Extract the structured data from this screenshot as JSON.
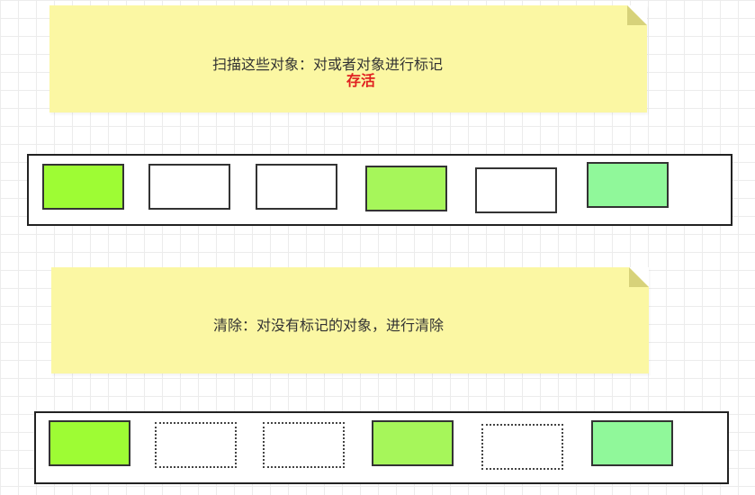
{
  "notes": {
    "mark": {
      "text": "扫描这些对象：对或者对象进行标记",
      "highlight": "存活",
      "highlight_color": "#e02020"
    },
    "sweep": {
      "text": "清除：对没有标记的对象，进行清除"
    }
  },
  "colors": {
    "note_background": "#fbf7a3",
    "live_bright": "#9efc34",
    "live_medium": "#a6f65a",
    "live_light": "#90f89a",
    "dead": "#ffffff"
  },
  "heaps": [
    {
      "name": "before-sweep",
      "objects": [
        {
          "state": "live",
          "color": "#9efc34"
        },
        {
          "state": "unmarked",
          "color": "#ffffff"
        },
        {
          "state": "unmarked",
          "color": "#ffffff"
        },
        {
          "state": "live",
          "color": "#a6f65a"
        },
        {
          "state": "unmarked",
          "color": "#ffffff"
        },
        {
          "state": "live",
          "color": "#90f89a"
        }
      ]
    },
    {
      "name": "after-sweep",
      "objects": [
        {
          "state": "live",
          "color": "#9efc34"
        },
        {
          "state": "cleared",
          "color": "#ffffff"
        },
        {
          "state": "cleared",
          "color": "#ffffff"
        },
        {
          "state": "live",
          "color": "#a6f65a"
        },
        {
          "state": "cleared",
          "color": "#ffffff"
        },
        {
          "state": "live",
          "color": "#90f89a"
        }
      ]
    }
  ]
}
